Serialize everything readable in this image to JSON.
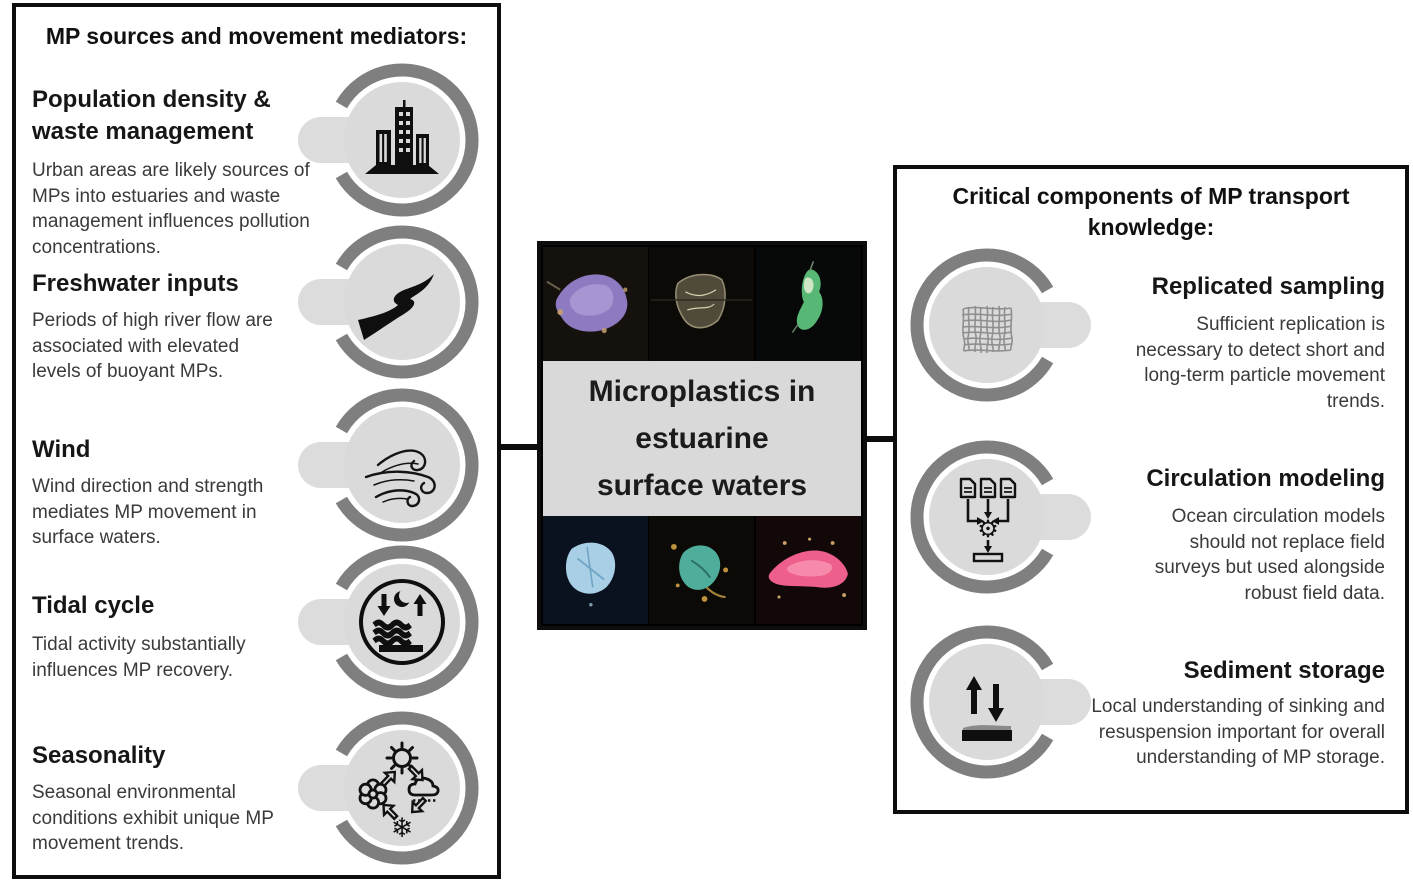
{
  "left_panel": {
    "title": "MP sources and movement mediators:",
    "items": [
      {
        "icon": "city-buildings-icon",
        "heading_line1": "Population density &",
        "heading_line2": "waste management",
        "description": "Urban areas are likely sources of MPs into estuaries and waste management influences pollution concentrations."
      },
      {
        "icon": "river-icon",
        "heading": "Freshwater inputs",
        "description": "Periods of high river flow are associated with elevated levels of buoyant MPs."
      },
      {
        "icon": "wind-icon",
        "heading": "Wind",
        "description": "Wind direction and strength mediates MP movement in surface waters."
      },
      {
        "icon": "tidal-cycle-icon",
        "heading": "Tidal cycle",
        "description": "Tidal activity substantially influences MP recovery."
      },
      {
        "icon": "seasons-cycle-icon",
        "heading": "Seasonality",
        "description": "Seasonal environmental conditions exhibit unique MP movement trends."
      }
    ]
  },
  "center": {
    "title_lines": [
      "Microplastics in",
      "estuarine",
      "surface waters"
    ],
    "photos": [
      {
        "name": "purple-microplastic-fragment",
        "color": "#8d7ac1"
      },
      {
        "name": "translucent-microplastic-fragment",
        "color": "#6e6650"
      },
      {
        "name": "green-microplastic-fragment",
        "color": "#57b876"
      },
      {
        "name": "blue-microplastic-fragment",
        "color": "#a8cfe6"
      },
      {
        "name": "teal-microplastic-fragment",
        "color": "#4fae9b"
      },
      {
        "name": "pink-microplastic-fragment",
        "color": "#ee5f8b"
      }
    ]
  },
  "right_panel": {
    "title_line1": "Critical components of MP transport",
    "title_line2": "knowledge:",
    "items": [
      {
        "icon": "sampling-net-icon",
        "heading": "Replicated sampling",
        "description": "Sufficient replication is necessary to detect short and long-term particle movement trends."
      },
      {
        "icon": "model-pipeline-icon",
        "heading": "Circulation modeling",
        "description": "Ocean circulation models should not replace field surveys but used alongside robust field data."
      },
      {
        "icon": "sediment-arrows-icon",
        "heading": "Sediment storage",
        "description": "Local understanding of sinking and resuspension important for overall understanding of MP storage."
      }
    ]
  },
  "colors": {
    "panel_border": "#0d0d0d",
    "ring_gray": "#7f7f7f",
    "badge_fill": "#dadada",
    "tab_fill": "#dcdcdc",
    "title_band": "#d9d9d9",
    "heading_text": "#161616",
    "body_text": "#3a3a3a"
  }
}
